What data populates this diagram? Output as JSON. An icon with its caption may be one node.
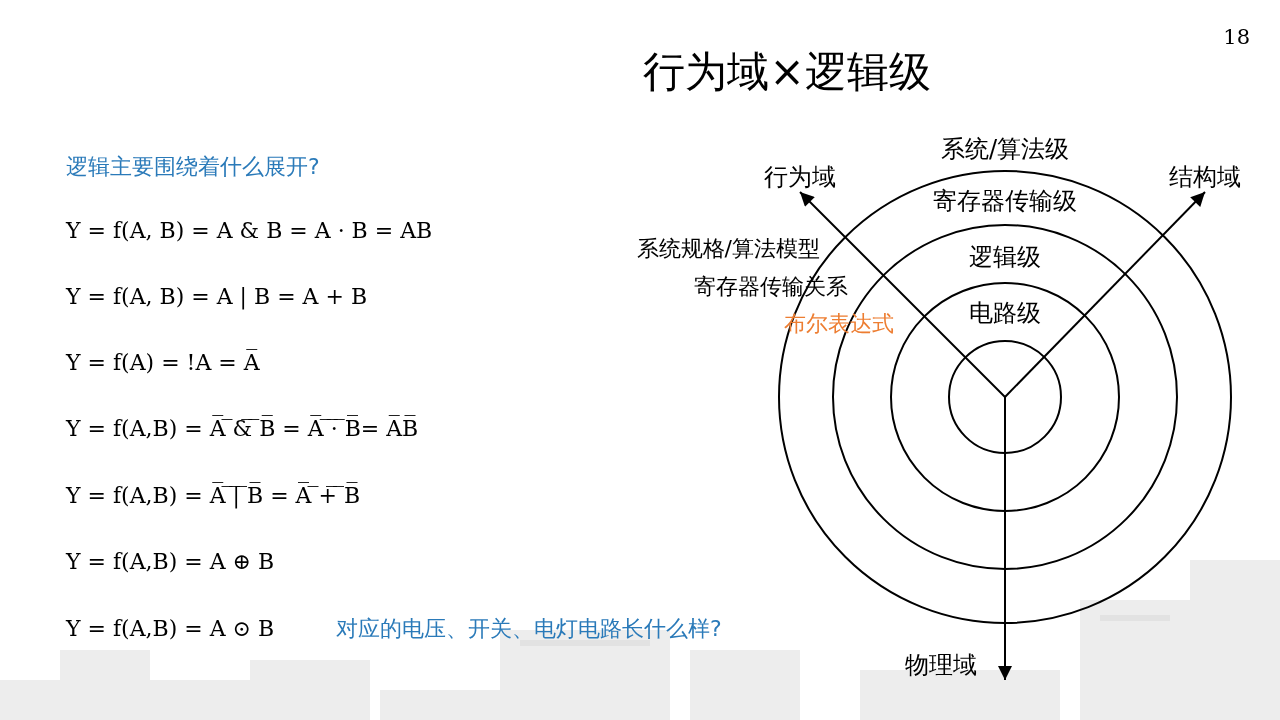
{
  "diagram": {
    "title": "行为域×逻辑级",
    "nodes": [
      {
        "text": [
          "系统/算法级"
        ]
      },
      {
        "text": [
          "寄存器传输级"
        ],
        "in": 0
      },
      {
        "text": [
          "逻辑级"
        ],
        "in": 1
      },
      {
        "text": [
          "电路级"
        ],
        "in": 2
      },
      {
        "text": [
          "行为域"
        ]
      },
      {
        "text": [
          "结构域"
        ]
      },
      {
        "text": [
          "物理域"
        ]
      }
    ],
    "edges": [
      {
        "from": 3,
        "to": 4,
        "arrow": "to"
      },
      {
        "from": 3,
        "to": 5,
        "arrow": "to"
      },
      {
        "from": 3,
        "to": 6,
        "arrow": "to"
      }
    ],
    "labels": [
      "18",
      "逻辑主要围绕着什么展开?",
      "Y = f(A, B) = A & B = A · B = AB",
      "Y = f(A, B) = A | B = A + B",
      "Y = f(A) = !A = A̅",
      "Y = f(A,B) = A̅ ̅&̅ ̅B̅ = A̅ ̅·̅ ̅B̅= A̅B̅",
      "Y = f(A,B) = A̅ ̅|̅ ̅B̅ = A̅ ̅+̅ ̅B̅",
      "Y = f(A,B) = A ⊕ B",
      "Y = f(A,B) = A ⊙ B",
      "对应的电压、开关、电灯电路长什么样?",
      "系统规格/算法模型",
      "寄存器传输关系",
      "布尔表达式"
    ]
  }
}
